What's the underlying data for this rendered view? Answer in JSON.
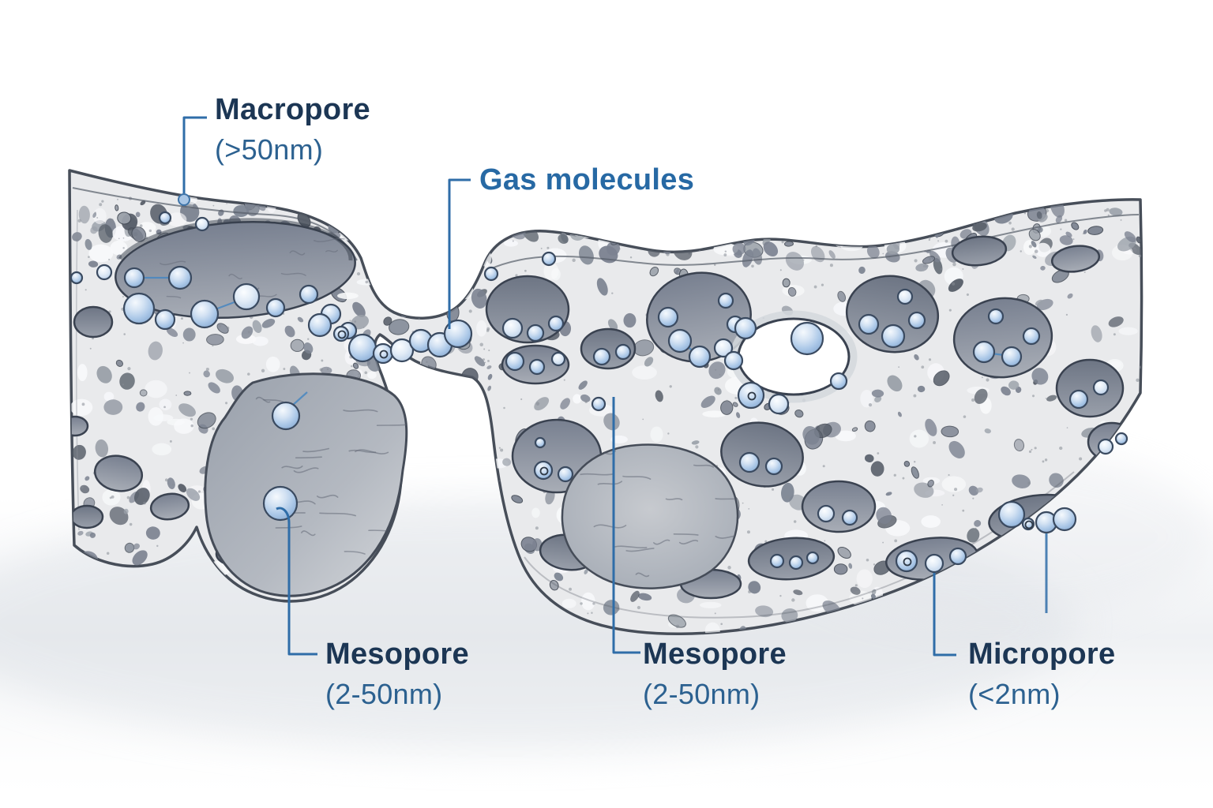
{
  "labels": {
    "macropore": {
      "title": "Macropore",
      "size": "(>50nm)"
    },
    "gas_molecules": {
      "title": "Gas molecules"
    },
    "mesopore_left": {
      "title": "Mesopore",
      "size": "(2-50nm)"
    },
    "mesopore_middle": {
      "title": "Mesopore",
      "size": "(2-50nm)"
    },
    "micropore": {
      "title": "Micropore",
      "size": "(<2nm)"
    }
  },
  "colors": {
    "background": "#ffffff",
    "label_heading": "#1c3654",
    "label_size": "#2c6190",
    "gas_label": "#2769a4",
    "leader_line": "#2f6da8",
    "leader_dot_fill": "#aac7e6",
    "leader_dot_stroke": "#3f74a8",
    "molecule_fill": "#b6cfeb",
    "molecule_outline": "#3a4a60",
    "rock_matrix": "#e9eaec",
    "rock_outline": "#474e59",
    "pore_dark": "#565d68",
    "pore_mid": "#7b8290",
    "cavity_shade": "#7a8191"
  }
}
